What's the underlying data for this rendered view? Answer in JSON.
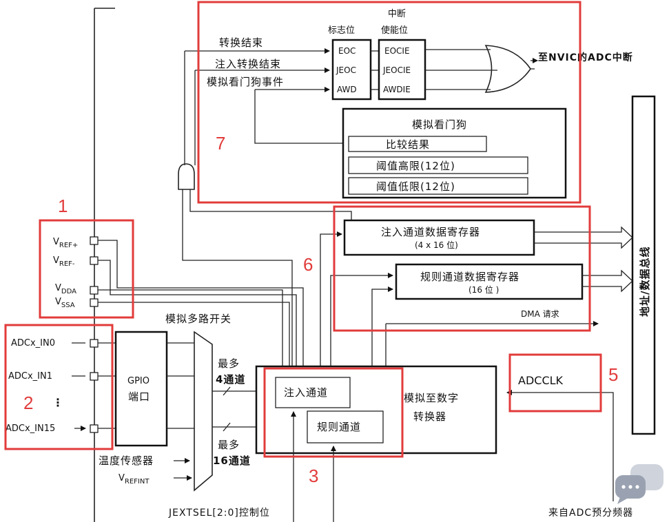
{
  "interrupt_section": {
    "header_top": "中断",
    "flag_header": "标志位",
    "enable_header": "使能位",
    "events": [
      "转换结束",
      "注入转换结束",
      "模拟看门狗事件"
    ],
    "flags": [
      "EOC",
      "JEOC",
      "AWD"
    ],
    "enables": [
      "EOCIE",
      "JEOCIE",
      "AWDIE"
    ],
    "output_label": "至NVIC的ADC中断"
  },
  "watchdog": {
    "title": "模拟看门狗",
    "compare": "比较结果",
    "high": "阈值高限(12位)",
    "low": "阈值低限(12位)"
  },
  "data_registers": {
    "injected_title": "注入通道数据寄存器",
    "injected_size": "(4 x 16 位)",
    "regular_title": "规则通道数据寄存器",
    "regular_size": "(16 位 )",
    "dma": "DMA 请求"
  },
  "bus_label": "地址/数据总线",
  "pins": {
    "vref_plus": {
      "main": "V",
      "sub": "REF+"
    },
    "vref_minus": {
      "main": "V",
      "sub": "REF-"
    },
    "vdda": {
      "main": "V",
      "sub": "DDA"
    },
    "vssa": {
      "main": "V",
      "sub": "SSA"
    },
    "inputs": [
      "ADCx_IN0",
      "ADCx_IN1",
      "ADCx_IN15"
    ],
    "ellipsis": "⋮"
  },
  "gpio": {
    "line1": "GPIO",
    "line2": "端口"
  },
  "mux": {
    "title": "模拟多路开关",
    "inj_count": "最多",
    "inj_channels": "4通道",
    "reg_count": "最多",
    "reg_channels": "16通道"
  },
  "extra_inputs": {
    "temp": "温度传感器",
    "vrefint": {
      "main": "V",
      "sub": "REFINT"
    }
  },
  "converter": {
    "injected": "注入通道",
    "regular": "规则通道",
    "title_line1": "模拟至数字",
    "title_line2": "转换器"
  },
  "adcclk": {
    "label": "ADCCLK",
    "source": "来自ADC预分频器"
  },
  "trigger": "JEXTSEL[2:0]控制位",
  "markers": [
    "1",
    "2",
    "3",
    "5",
    "6",
    "7"
  ],
  "colors": {
    "highlight": "#e23b3b",
    "line": "#222222"
  }
}
